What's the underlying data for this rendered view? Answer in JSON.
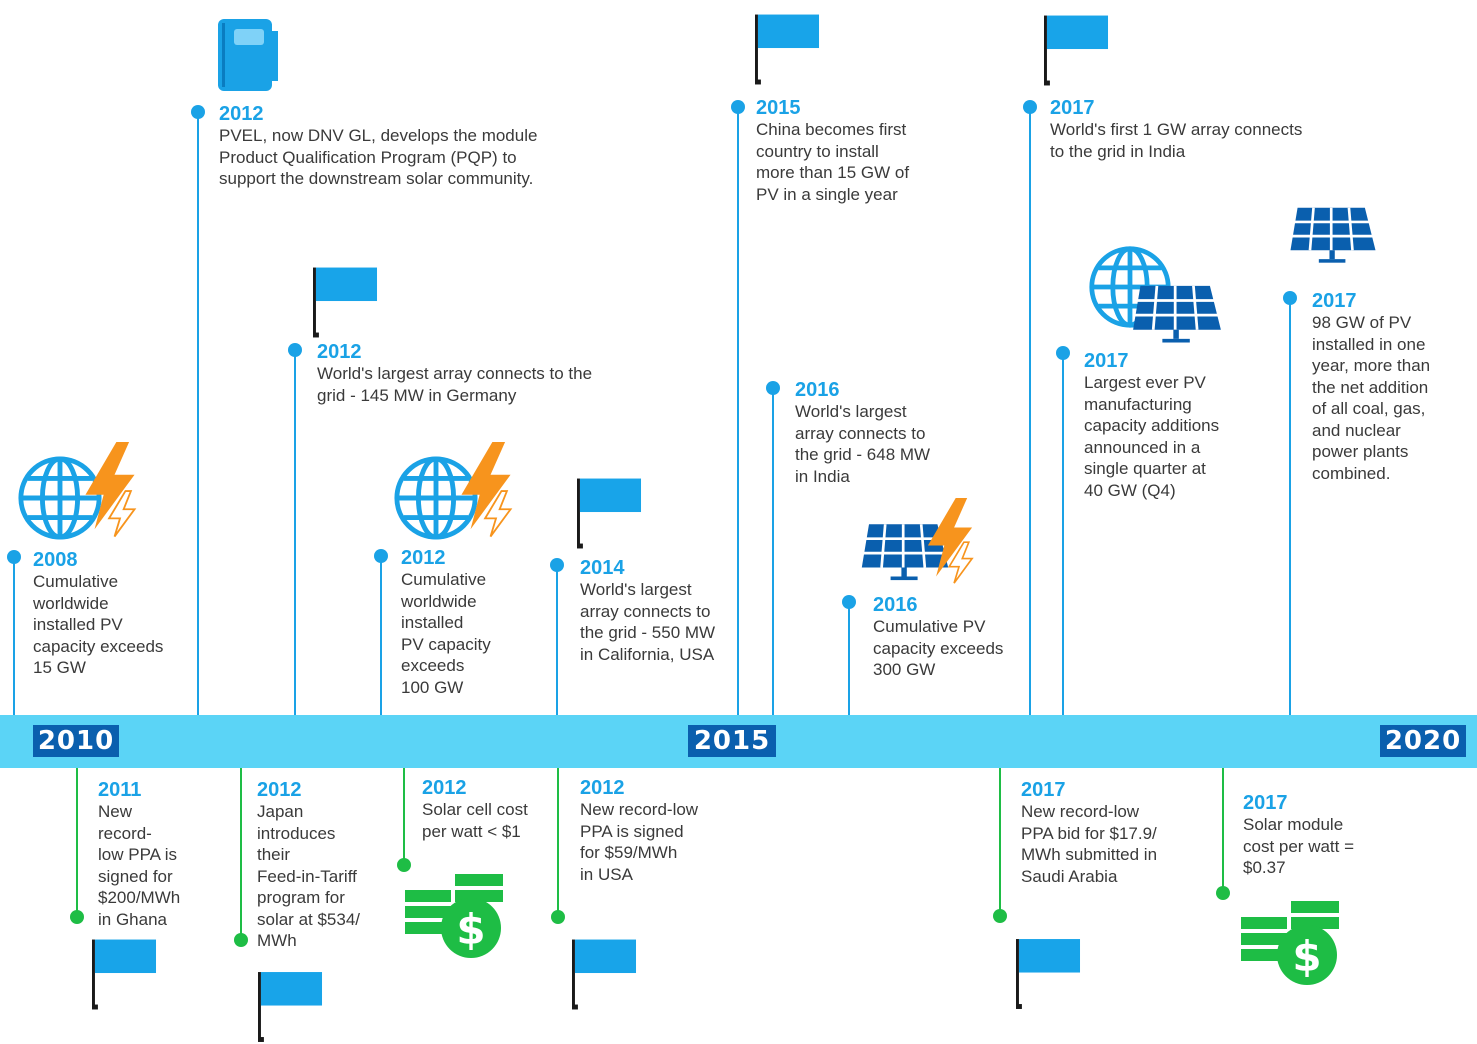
{
  "colors": {
    "bar": "#5bd4f6",
    "year_box": "#0a5fae",
    "blue_event": "#1aa2e6",
    "green_event": "#1ebd45",
    "flag": "#18a4e9",
    "lightning": "#f7941d"
  },
  "timeline": {
    "year_2010": "2010",
    "year_2015": "2015",
    "year_2020": "2020"
  },
  "events_above": [
    {
      "year": "2008",
      "text": "Cumulative\nworldwide\ninstalled PV\ncapacity exceeds\n15 GW",
      "icon": "globe-lightning-icon"
    },
    {
      "year": "2012",
      "text": "PVEL, now DNV GL,  develops the module\nProduct Qualification Program (PQP) to\nsupport the downstream solar community.",
      "icon": "notebook-icon"
    },
    {
      "year": "2012",
      "text": "World's largest array connects to the\ngrid - 145 MW in Germany",
      "icon": "flag-icon"
    },
    {
      "year": "2012",
      "text": "Cumulative\nworldwide\ninstalled\nPV capacity\nexceeds\n100 GW",
      "icon": "globe-lightning-icon"
    },
    {
      "year": "2014",
      "text": "World's largest\narray connects to\nthe grid - 550 MW\nin California, USA",
      "icon": "flag-icon"
    },
    {
      "year": "2015",
      "text": "China becomes first\ncountry to install\nmore than 15 GW of\nPV in a single year",
      "icon": "flag-icon"
    },
    {
      "year": "2016",
      "text": "World's largest\narray connects to\nthe grid - 648 MW\nin India",
      "icon": ""
    },
    {
      "year": "2016",
      "text": "Cumulative PV\ncapacity exceeds\n300 GW",
      "icon": "solar-panel-lightning-icon"
    },
    {
      "year": "2017",
      "text": "World's first 1 GW array connects\nto the grid in India",
      "icon": "flag-icon"
    },
    {
      "year": "2017",
      "text": "Largest ever PV\nmanufacturing\ncapacity additions\nannounced in a\nsingle quarter at\n40 GW (Q4)",
      "icon": "globe-solar-panel-icon"
    },
    {
      "year": "2017",
      "text": "98 GW of PV\ninstalled in one\nyear, more than\nthe net addition\nof all coal, gas,\nand nuclear\npower plants\ncombined.",
      "icon": "solar-panel-icon"
    }
  ],
  "events_below": [
    {
      "year": "2011",
      "text": "New\nrecord-\nlow PPA is\nsigned for\n$200/MWh\nin Ghana",
      "icon": "flag-icon"
    },
    {
      "year": "2012",
      "text": "Japan\nintroduces\ntheir\nFeed-in-Tariff\nprogram for\nsolar at $534/\nMWh",
      "icon": "flag-icon"
    },
    {
      "year": "2012",
      "text": "Solar cell cost\nper watt < $1",
      "icon": "money-stack-icon"
    },
    {
      "year": "2012",
      "text": "New record-low\nPPA is signed\nfor $59/MWh\nin USA",
      "icon": "flag-icon"
    },
    {
      "year": "2017",
      "text": "New record-low\nPPA bid for $17.9/\nMWh submitted in\nSaudi Arabia",
      "icon": "flag-icon"
    },
    {
      "year": "2017",
      "text": "Solar module\ncost per watt =\n$0.37",
      "icon": "money-stack-icon"
    }
  ]
}
